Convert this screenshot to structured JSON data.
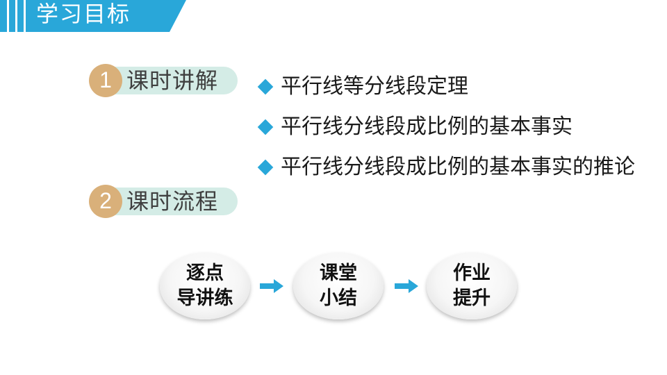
{
  "header": {
    "title": "学习目标"
  },
  "sections": [
    {
      "number": "1",
      "label": "课时讲解"
    },
    {
      "number": "2",
      "label": "课时流程"
    }
  ],
  "bullets": [
    "平行线等分线段定理",
    "平行线分线段成比例的基本事实",
    "平行线分线段成比例的基本事实的推论"
  ],
  "flow": [
    "逐点\n导讲练",
    "课堂\n小结",
    "作业\n提升"
  ],
  "colors": {
    "accent": "#29a7d9",
    "badge": "#d9b07a",
    "pill": "#d4ece6"
  },
  "icons": {
    "bullet": "diamond-icon",
    "flow_arrow": "arrow-right-icon"
  }
}
